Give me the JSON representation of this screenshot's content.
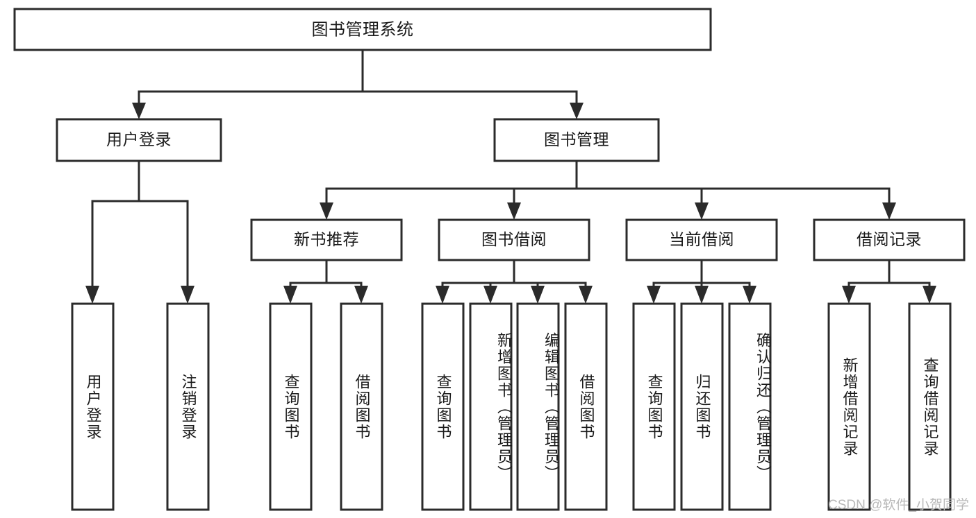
{
  "diagram": {
    "title": "图书管理系统",
    "type": "tree-hierarchy-diagram",
    "watermark": "CSDN @软件_小贺同学",
    "colors": {
      "stroke": "#2b2b2b",
      "fill": "#ffffff",
      "text": "#1a1a1a",
      "watermark": "#b9b9b9"
    },
    "root": {
      "label": "图书管理系统"
    },
    "level2": [
      {
        "label": "用户登录"
      },
      {
        "label": "图书管理"
      }
    ],
    "level3": [
      {
        "label": "新书推荐"
      },
      {
        "label": "图书借阅"
      },
      {
        "label": "当前借阅"
      },
      {
        "label": "借阅记录"
      }
    ],
    "leaves": {
      "user_login": [
        {
          "label": "用户登录"
        },
        {
          "label": "注销登录"
        }
      ],
      "new_book": [
        {
          "label": "查询图书"
        },
        {
          "label": "借阅图书"
        }
      ],
      "book_borrow": [
        {
          "label": "查询图书"
        },
        {
          "label": "新增图书（管理员）"
        },
        {
          "label": "编辑图书（管理员）"
        },
        {
          "label": "借阅图书"
        }
      ],
      "current_borrow": [
        {
          "label": "查询图书"
        },
        {
          "label": "归还图书"
        },
        {
          "label": "确认归还（管理员）"
        }
      ],
      "borrow_record": [
        {
          "label": "新增借阅记录"
        },
        {
          "label": "查询借阅记录"
        }
      ]
    }
  }
}
